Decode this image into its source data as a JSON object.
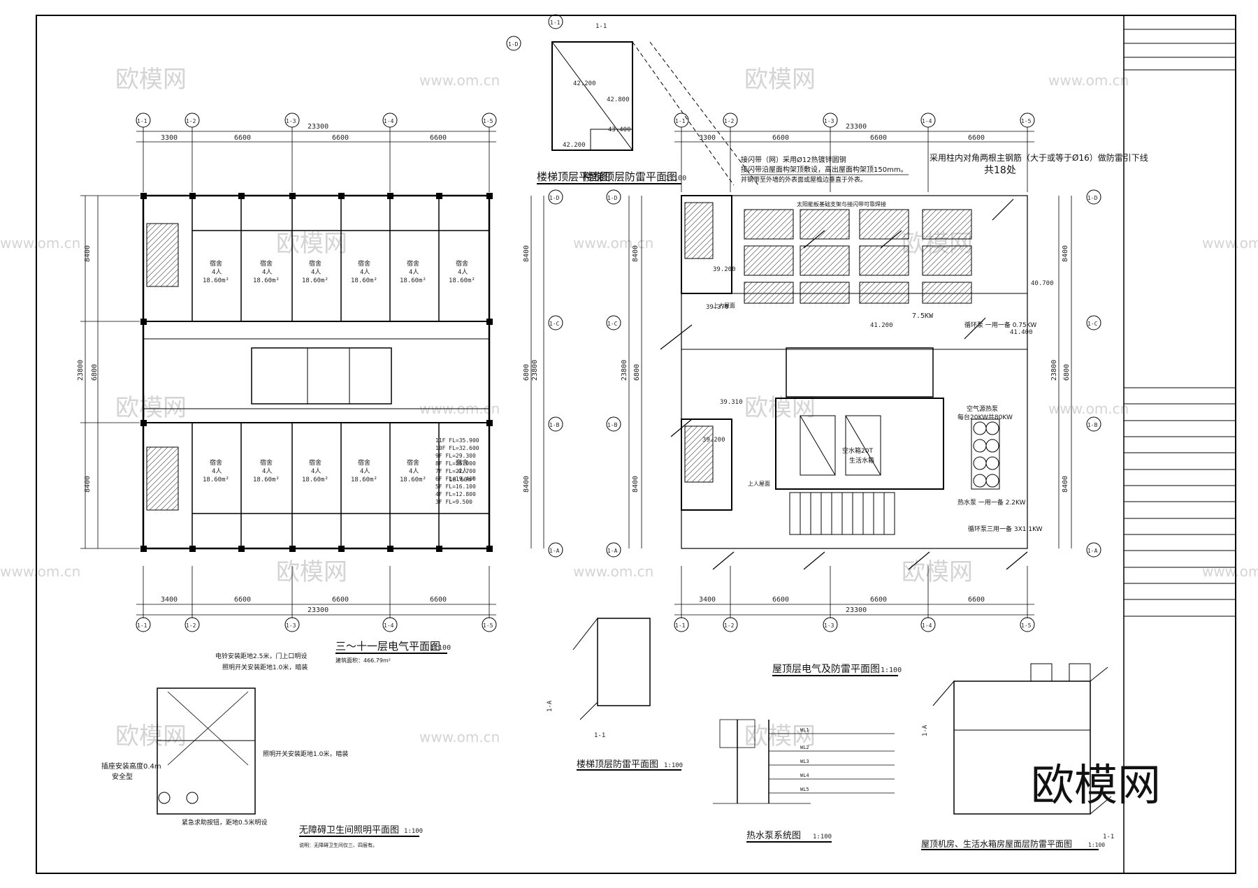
{
  "watermark": {
    "cn": "欧模网",
    "url": "www.om.cn",
    "logo": "欧模网"
  },
  "titles": {
    "stair_top": "楼梯顶层平面图",
    "stair_top_ov": "楼梯顶层防雷平面图",
    "roof_left_ov": "楼梯顶层防雷平面图",
    "floor_3_11": "三～十一层电气平面图",
    "roof_plan": "屋顶层电气及防雷平面图",
    "stair_lightning": "楼梯顶层防雷平面图",
    "accessible_wc": "无障碍卫生间照明平面图",
    "hot_water_pump": "热水泵系统图",
    "machine_room": "屋顶机房、生活水箱房屋面层防雷平面图",
    "scale": "1:100",
    "area_note": "建筑面积：466.79m²",
    "wc_note": "说明：无障碍卫生间仅三、四层有。"
  },
  "grids": {
    "col": [
      "1-1",
      "1-2",
      "1-3",
      "1-4",
      "1-5"
    ],
    "row": [
      "1-D",
      "1-C",
      "1-B",
      "1-A"
    ],
    "sec": "1-1",
    "sec_a": "1-A"
  },
  "dims": {
    "total": "23300",
    "top_left": [
      "3300",
      "6600",
      "6600",
      "6600"
    ],
    "bottom": [
      "3400",
      "6600",
      "6600",
      "6600"
    ],
    "vert_total": "23800",
    "vert": [
      "8400",
      "6800",
      "8400"
    ]
  },
  "rooms": {
    "label": "宿舍",
    "people": "4人",
    "area": "18.60m²"
  },
  "floors": [
    "11F FL=35.900",
    "10F FL=32.600",
    "9F FL=29.300",
    "8F FL=26.000",
    "7F FL=22.700",
    "6F FL=19.400",
    "5F FL=16.100",
    "4F FL=12.800",
    "3F FL=9.500"
  ],
  "roof_notes": {
    "rod": "采用柱内对角两根主钢筋（大于或等于Ø16）做防雷引下线",
    "count": "共18处",
    "belt1": "接闪带（网）采用Ø12热镀锌圆钢",
    "belt2": "接闪带沿屋面构架顶敷设，高出屋面构架顶150mm。",
    "belt3": "并钢带至外墙的外表面或屋檐边垂直于外表。",
    "solar": "太阳能板基础支架与接闪带可靠焊接",
    "up_roof": "上人屋面",
    "ac_unit": "空气源热泵",
    "tank": "空水箱20T",
    "tank2": "生活水箱",
    "pump": "循环泵三用一备 3X1.1KW",
    "pump2": "循环泵 一用一备 0.75KW",
    "pump3": "热水泵 一用一备 2.2KW",
    "ac_load": "每台20KW共80KW",
    "kw": "7.5KW",
    "elev": [
      "43.400",
      "42.800",
      "42.200",
      "41.200",
      "40.700",
      "39.370",
      "39.200",
      "39.310",
      "41.400"
    ]
  },
  "wc_notes": {
    "bell": "电铃安装距地2.5米，门上口明设",
    "switch": "照明开关安装距地1.0米，暗装",
    "switch2": "照明开关安装距地1.0米，暗装",
    "socket": "插座安装高度0.4m",
    "socket2": "安全型",
    "emergency": "紧急求助按钮，距地0.5米明设"
  },
  "chart_data": {
    "type": "table",
    "title": "热水泵系统图",
    "rows": [
      "WL1",
      "WL2",
      "WL3",
      "WL4",
      "WL5"
    ]
  }
}
